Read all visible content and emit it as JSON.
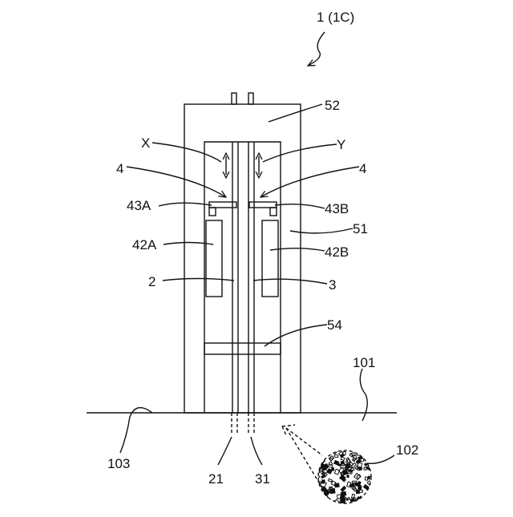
{
  "diagram": {
    "title_ref": "1 (1C)",
    "labels": {
      "l52": "52",
      "lX": "X",
      "lY": "Y",
      "l4a": "4",
      "l4b": "4",
      "l43A": "43A",
      "l43B": "43B",
      "l51": "51",
      "l42A": "42A",
      "l42B": "42B",
      "l2": "2",
      "l3": "3",
      "l54": "54",
      "l101": "101",
      "l102": "102",
      "l103": "103",
      "l21": "21",
      "l31": "31"
    }
  },
  "colors": {
    "line": "#111111",
    "background": "#ffffff"
  }
}
